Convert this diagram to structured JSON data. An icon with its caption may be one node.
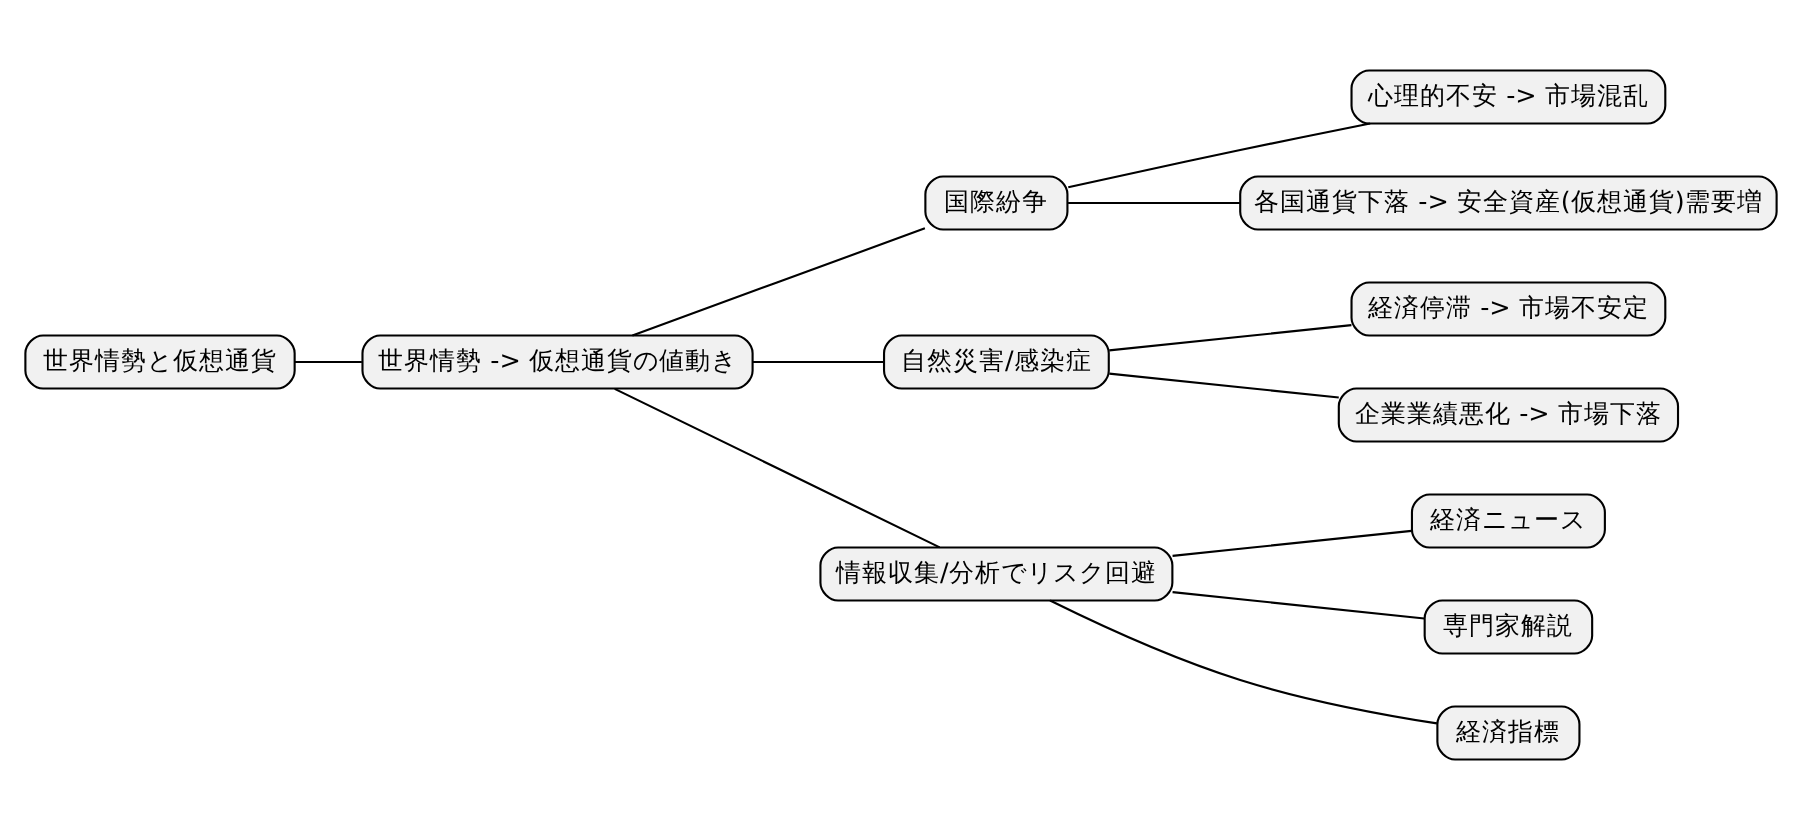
{
  "diagram": {
    "nodes": [
      {
        "text": [
          "世界情勢と仮想通貨"
        ]
      },
      {
        "text": [
          "世界情勢 -> 仮想通貨の値動き"
        ]
      },
      {
        "text": [
          "国際紛争"
        ]
      },
      {
        "text": [
          "心理的不安 -> 市場混乱"
        ]
      },
      {
        "text": [
          "各国通貨下落 -> 安全資産(仮想通貨)需要増"
        ]
      },
      {
        "text": [
          "自然災害/感染症"
        ]
      },
      {
        "text": [
          "経済停滞 -> 市場不安定"
        ]
      },
      {
        "text": [
          "企業業績悪化 -> 市場下落"
        ]
      },
      {
        "text": [
          "情報収集/分析でリスク回避"
        ]
      },
      {
        "text": [
          "経済ニュース"
        ]
      },
      {
        "text": [
          "専門家解説"
        ]
      },
      {
        "text": [
          "経済指標"
        ]
      }
    ],
    "edges": [
      {
        "from": 0,
        "to": 1,
        "arrow": "none"
      },
      {
        "from": 1,
        "to": 2,
        "arrow": "none"
      },
      {
        "from": 2,
        "to": 3,
        "arrow": "none"
      },
      {
        "from": 2,
        "to": 4,
        "arrow": "none"
      },
      {
        "from": 1,
        "to": 5,
        "arrow": "none"
      },
      {
        "from": 5,
        "to": 6,
        "arrow": "none"
      },
      {
        "from": 5,
        "to": 7,
        "arrow": "none"
      },
      {
        "from": 1,
        "to": 8,
        "arrow": "none"
      },
      {
        "from": 8,
        "to": 9,
        "arrow": "none"
      },
      {
        "from": 8,
        "to": 10,
        "arrow": "none"
      },
      {
        "from": 8,
        "to": 11,
        "arrow": "none"
      }
    ]
  }
}
